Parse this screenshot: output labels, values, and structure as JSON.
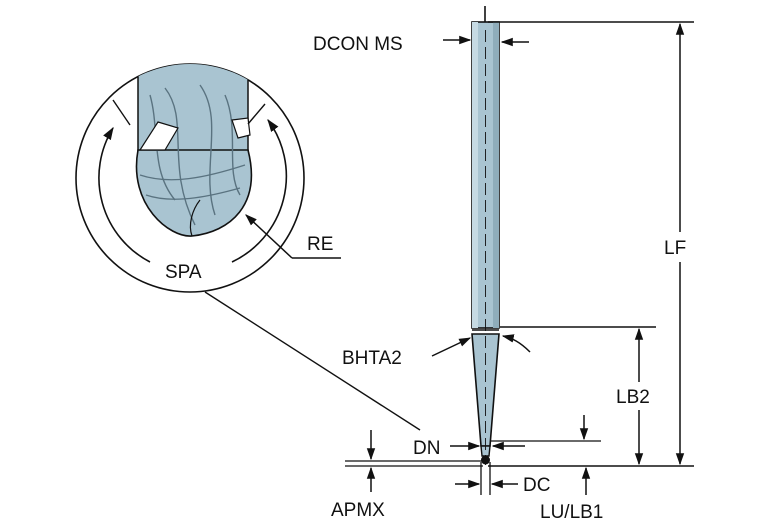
{
  "colors": {
    "tool_fill": "#a9c4d1",
    "tool_shade": "#7d9aa8",
    "outline": "#111111",
    "background": "#ffffff"
  },
  "labels": {
    "dcon_ms": "DCON MS",
    "lf": "LF",
    "bhta2": "BHTA2",
    "lb2": "LB2",
    "dn": "DN",
    "dc": "DC",
    "apmx": "APMX",
    "lu_lb1": "LU/LB1",
    "spa": "SPA",
    "re": "RE"
  }
}
